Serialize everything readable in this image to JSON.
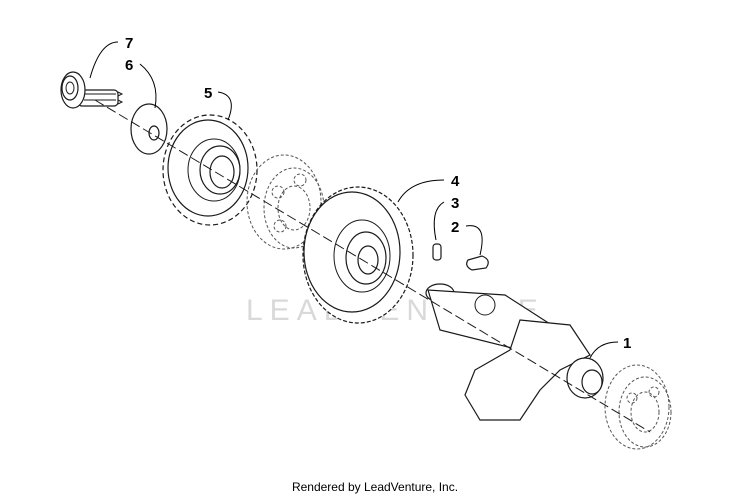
{
  "watermark": "LEADVENTURE",
  "callouts": {
    "c1": "1",
    "c2": "2",
    "c3": "3",
    "c4": "4",
    "c5": "5",
    "c6": "6",
    "c7": "7"
  },
  "footer": "Rendered by LeadVenture, Inc."
}
